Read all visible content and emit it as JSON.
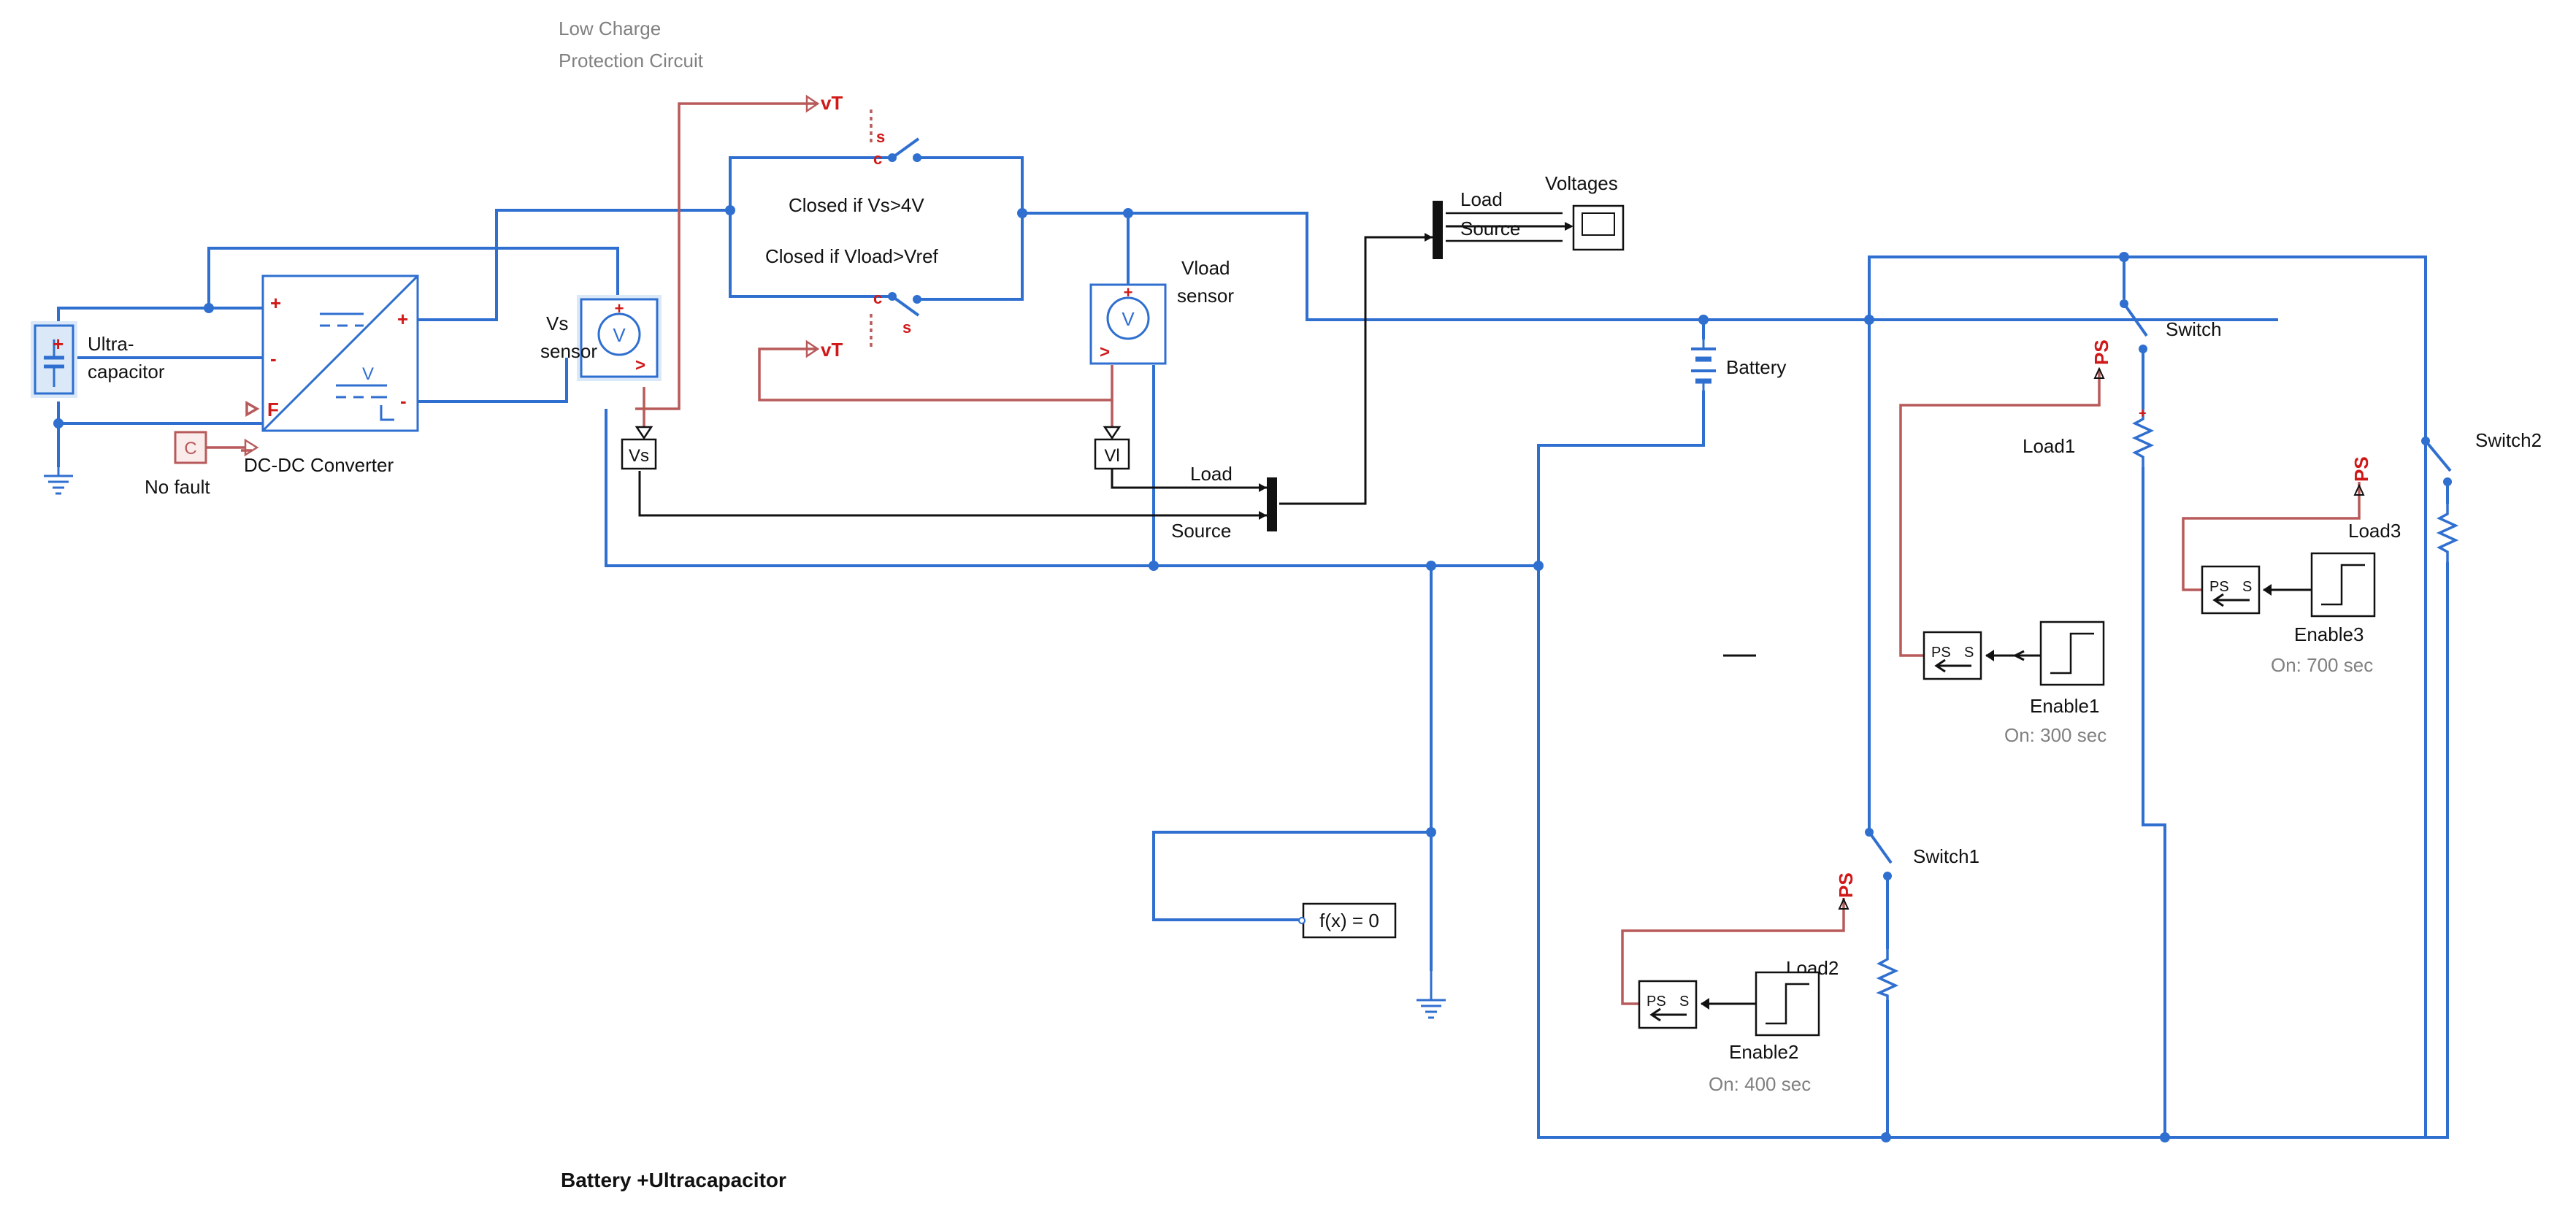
{
  "diagram": {
    "title": "Battery +Ultracapacitor",
    "protection_note": [
      "Low Charge",
      "Protection Circuit"
    ],
    "conditions": [
      "Closed if Vs>4V",
      "Closed if Vload>Vref"
    ],
    "blocks": {
      "ultracapacitor": [
        "Ultra-",
        "capacitor"
      ],
      "fault_source": {
        "glyph": "C",
        "label": "No fault"
      },
      "dcdc": {
        "label": "DC-DC Converter",
        "port_f": "F",
        "port_plus": "+",
        "port_minus": "-"
      },
      "vs_sensor": {
        "label": [
          "Vs",
          "sensor"
        ],
        "glyph": "V",
        "output": "Vs"
      },
      "vload_sensor": {
        "label": [
          "Vload",
          "sensor"
        ],
        "glyph": "V",
        "output": "Vl"
      },
      "switch_top": {
        "port_c": "c",
        "port_s": "s",
        "port_vt": "vT"
      },
      "switch_bottom": {
        "port_c": "c",
        "port_s": "s",
        "port_vt": "vT"
      },
      "mux_bottom": {
        "inputs": [
          "Load",
          "Source"
        ]
      },
      "mux_top": {
        "inputs": [
          "Load",
          "Source"
        ]
      },
      "scope": {
        "label": "Voltages"
      },
      "battery": {
        "label": "Battery"
      },
      "solver": {
        "label": "f(x) = 0"
      },
      "switch": {
        "label": "Switch",
        "port": "PS"
      },
      "switch1": {
        "label": "Switch1",
        "port": "PS"
      },
      "switch2": {
        "label": "Switch2",
        "port": "PS"
      },
      "load1": {
        "label": "Load1"
      },
      "load2": {
        "label": "Load2"
      },
      "load3": {
        "label": "Load3"
      },
      "converters": {
        "ps": "PS",
        "s": "S"
      },
      "enable1": {
        "label": "Enable1",
        "note": "On: 300 sec"
      },
      "enable2": {
        "label": "Enable2",
        "note": "On: 400 sec"
      },
      "enable3": {
        "label": "Enable3",
        "note": "On: 700 sec"
      }
    },
    "colors": {
      "electrical_wire": "#2f6fd0",
      "physical_signal": "#b85a5a",
      "signal": "#111111",
      "port_label": "#d01818",
      "annotation": "#808080"
    }
  }
}
